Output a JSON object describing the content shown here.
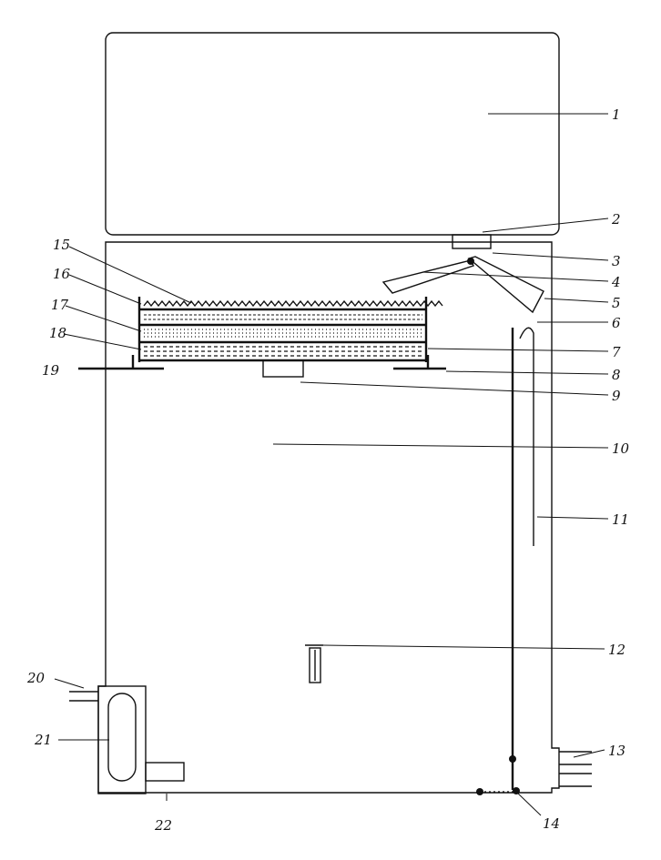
{
  "diagram": {
    "labels": {
      "l1": "1",
      "l2": "2",
      "l3": "3",
      "l4": "4",
      "l5": "5",
      "l6": "6",
      "l7": "7",
      "l8": "8",
      "l9": "9",
      "l10": "10",
      "l11": "11",
      "l12": "12",
      "l13": "13",
      "l14": "14",
      "l15": "15",
      "l16": "16",
      "l17": "17",
      "l18": "18",
      "l19": "19",
      "l20": "20",
      "l21": "21",
      "l22": "22"
    }
  }
}
